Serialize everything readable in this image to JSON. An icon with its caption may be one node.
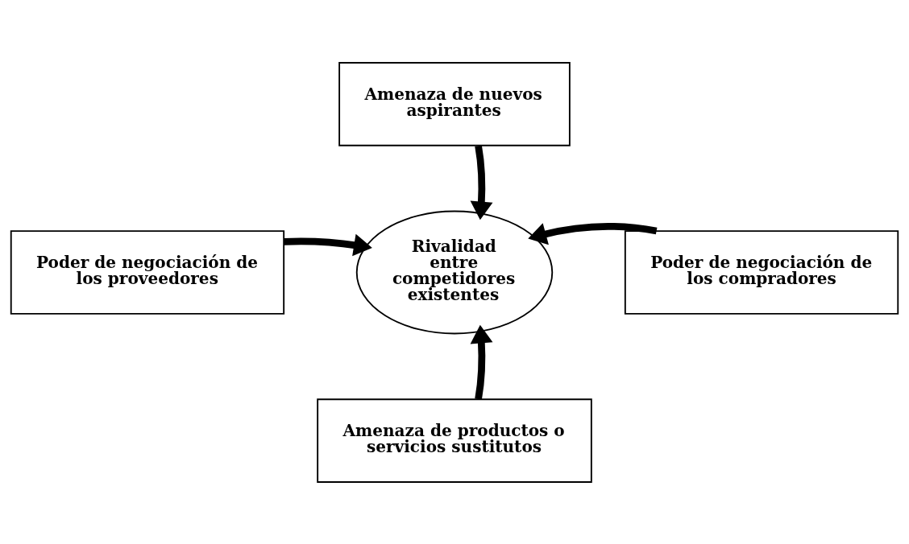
{
  "diagram": {
    "nodes": [
      {
        "text": [
          "Amenaza de nuevos aspirantes"
        ]
      },
      {
        "text": [
          "Poder de negociación de los proveedores"
        ]
      },
      {
        "text": [
          "Rivalidad entre competidores existentes"
        ]
      },
      {
        "text": [
          "Poder de negociación de los compradores"
        ]
      },
      {
        "text": [
          "Amenaza de productos o servicios sustitutos"
        ]
      }
    ],
    "edges": [
      {
        "from": 0,
        "to": 2,
        "arrow": "to"
      },
      {
        "from": 1,
        "to": 2,
        "arrow": "to"
      },
      {
        "from": 3,
        "to": 2,
        "arrow": "to"
      },
      {
        "from": 4,
        "to": 2,
        "arrow": "to"
      }
    ]
  }
}
